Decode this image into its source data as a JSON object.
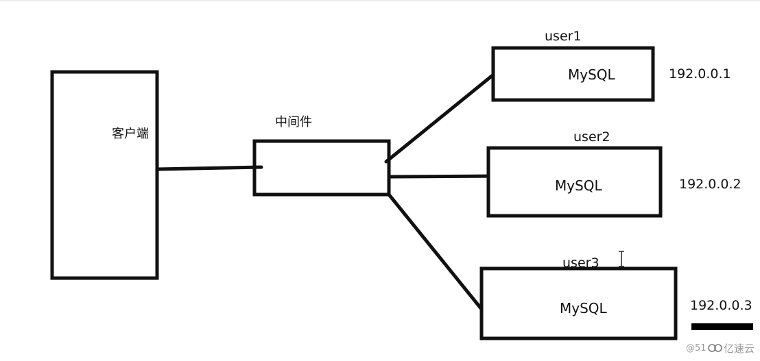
{
  "diagram": {
    "client": {
      "label": "客户端"
    },
    "middleware": {
      "label": "中间件"
    },
    "databases": [
      {
        "user": "user1",
        "name": "MySQL",
        "ip": "192.0.0.1"
      },
      {
        "user": "user2",
        "name": "MySQL",
        "ip": "192.0.0.2"
      },
      {
        "user": "user3",
        "name": "MySQL",
        "ip": "192.0.0.3"
      }
    ]
  },
  "watermark": {
    "prefix": "@51",
    "brand": "亿速云"
  },
  "colors": {
    "stroke": "#111111",
    "background": "#ffffff",
    "watermark": "#9a9a9a"
  }
}
